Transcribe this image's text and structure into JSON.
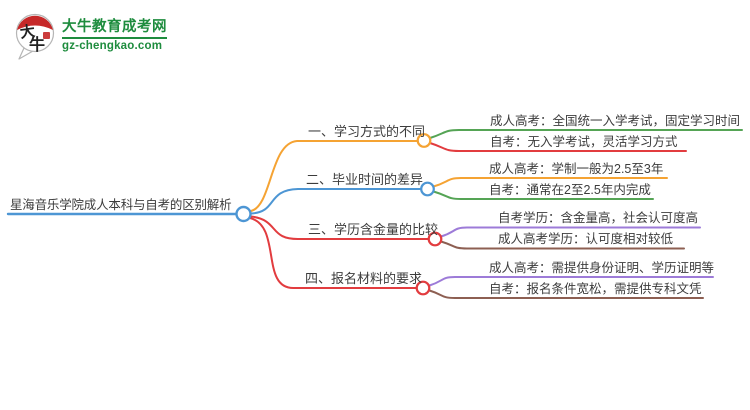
{
  "logo": {
    "title": "大牛教育成考网",
    "domain": "gz-chengkao.com",
    "icon_text_top": "大",
    "icon_text_bottom": "牛",
    "brand_green": "#1E8C3E",
    "brand_red": "#C62828"
  },
  "mindmap": {
    "root": {
      "label": "星海音乐学院成人本科与自考的区别解析",
      "color": "#4D96D4"
    },
    "branches": [
      {
        "label": "一、学习方式的不同",
        "color": "#F5A333",
        "children": [
          {
            "label": "成人高考：全国统一入学考试，固定学习时间",
            "color": "#55A455"
          },
          {
            "label": "自考：无入学考试，灵活学习方式",
            "color": "#E23C3F"
          }
        ]
      },
      {
        "label": "二、毕业时间的差异",
        "color": "#4D96D4",
        "children": [
          {
            "label": "成人高考：学制一般为2.5至3年",
            "color": "#F5A333"
          },
          {
            "label": "自考：通常在2至2.5年内完成",
            "color": "#55A455"
          }
        ]
      },
      {
        "label": "三、学历含金量的比较",
        "color": "#E23C3F",
        "children": [
          {
            "label": "自考学历：含金量高，社会认可度高",
            "color": "#9D7BD8"
          },
          {
            "label": "成人高考学历：认可度相对较低",
            "color": "#8D5F52"
          }
        ]
      },
      {
        "label": "四、报名材料的要求",
        "color": "#E23C3F",
        "children": [
          {
            "label": "成人高考：需提供身份证明、学历证明等",
            "color": "#9D7BD8"
          },
          {
            "label": "自考：报名条件宽松，需提供专科文凭",
            "color": "#8D5F52"
          }
        ]
      }
    ]
  }
}
